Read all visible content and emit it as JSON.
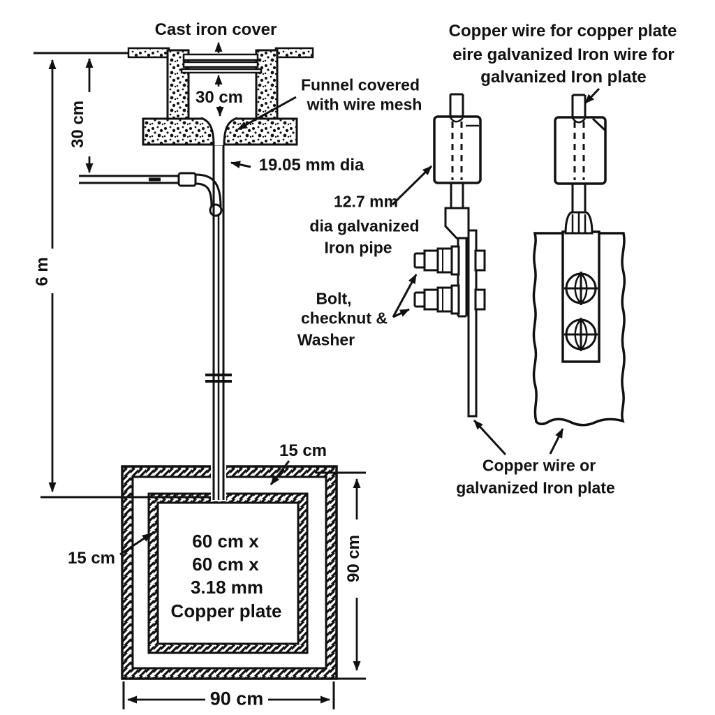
{
  "diagram": {
    "type": "plate-earthing-technical-drawing",
    "colors": {
      "ink": "#111111",
      "paper": "#ffffff"
    },
    "labels": {
      "cast_iron_cover": "Cast iron cover",
      "chamber_depth": "30 cm",
      "funnel": {
        "line1": "Funnel covered",
        "line2": "with wire mesh"
      },
      "pipe_dia": "19.05 mm dia",
      "depth_top": "30 cm",
      "depth_total": "6 m",
      "heading": {
        "line1": "Copper wire for copper plate",
        "line2": "eire galvanized Iron wire for",
        "line3": "galvanized Iron plate"
      },
      "gi_pipe": {
        "line1": "12.7 mm",
        "line2": "dia galvanized",
        "line3": "Iron pipe"
      },
      "bolt": {
        "line1": "Bolt,",
        "line2": "checknut &",
        "line3": "Washer"
      },
      "gap_top": "15 cm",
      "gap_side": "15 cm",
      "plate": {
        "line1": "60 cm x",
        "line2": "60 cm x",
        "line3": "3.18 mm",
        "line4": "Copper plate"
      },
      "pit_width": "90 cm",
      "pit_height": "90 cm",
      "wire_or_plate": {
        "line1": "Copper wire or",
        "line2": "galvanized Iron plate"
      }
    }
  }
}
